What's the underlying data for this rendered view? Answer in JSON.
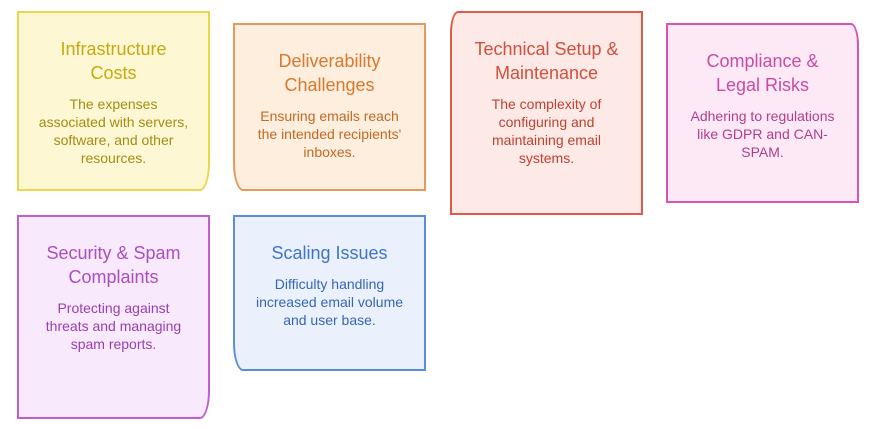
{
  "cards": [
    {
      "title": "Infrastructure Costs",
      "description": "The expenses associated with servers, software, and other resources."
    },
    {
      "title": "Deliverability Challenges",
      "description": "Ensuring emails reach the intended recipients' inboxes."
    },
    {
      "title": "Technical Setup & Maintenance",
      "description": "The complexity of configuring and maintaining email systems."
    },
    {
      "title": "Compliance & Legal Risks",
      "description": "Adhering to regulations like GDPR and CAN-SPAM."
    },
    {
      "title": "Security & Spam Complaints",
      "description": "Protecting against threats and managing spam reports."
    },
    {
      "title": "Scaling Issues",
      "description": "Difficulty handling increased email volume and user base."
    }
  ],
  "colors": {
    "infrastructure": "#e9d64a",
    "deliverability": "#e49a5a",
    "technical": "#de5b4c",
    "compliance": "#d853b2",
    "security": "#be5fd0",
    "scaling": "#5a8ddc"
  }
}
